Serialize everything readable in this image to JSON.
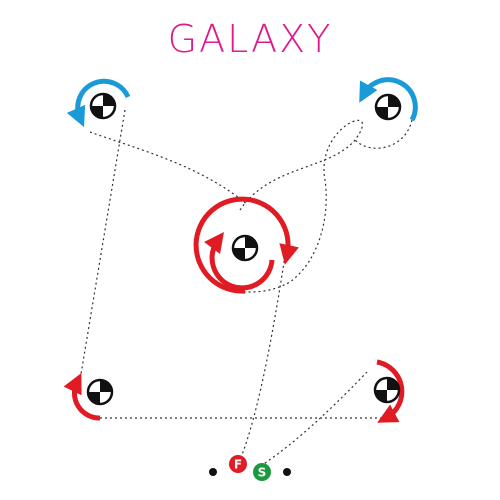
{
  "title": "GALAXY",
  "colors": {
    "title": "#e0198a",
    "blue": "#1a9ad6",
    "red": "#e01b24",
    "green": "#1a9a3c",
    "path": "#333333",
    "dot": "#111111"
  },
  "nodes": [
    {
      "id": "top-left",
      "ring": "blue"
    },
    {
      "id": "top-right",
      "ring": "blue"
    },
    {
      "id": "center",
      "ring": "red"
    },
    {
      "id": "bottom-left",
      "ring": "red"
    },
    {
      "id": "bottom-right",
      "ring": "red"
    }
  ],
  "markers": {
    "finish": "F",
    "start": "S"
  }
}
